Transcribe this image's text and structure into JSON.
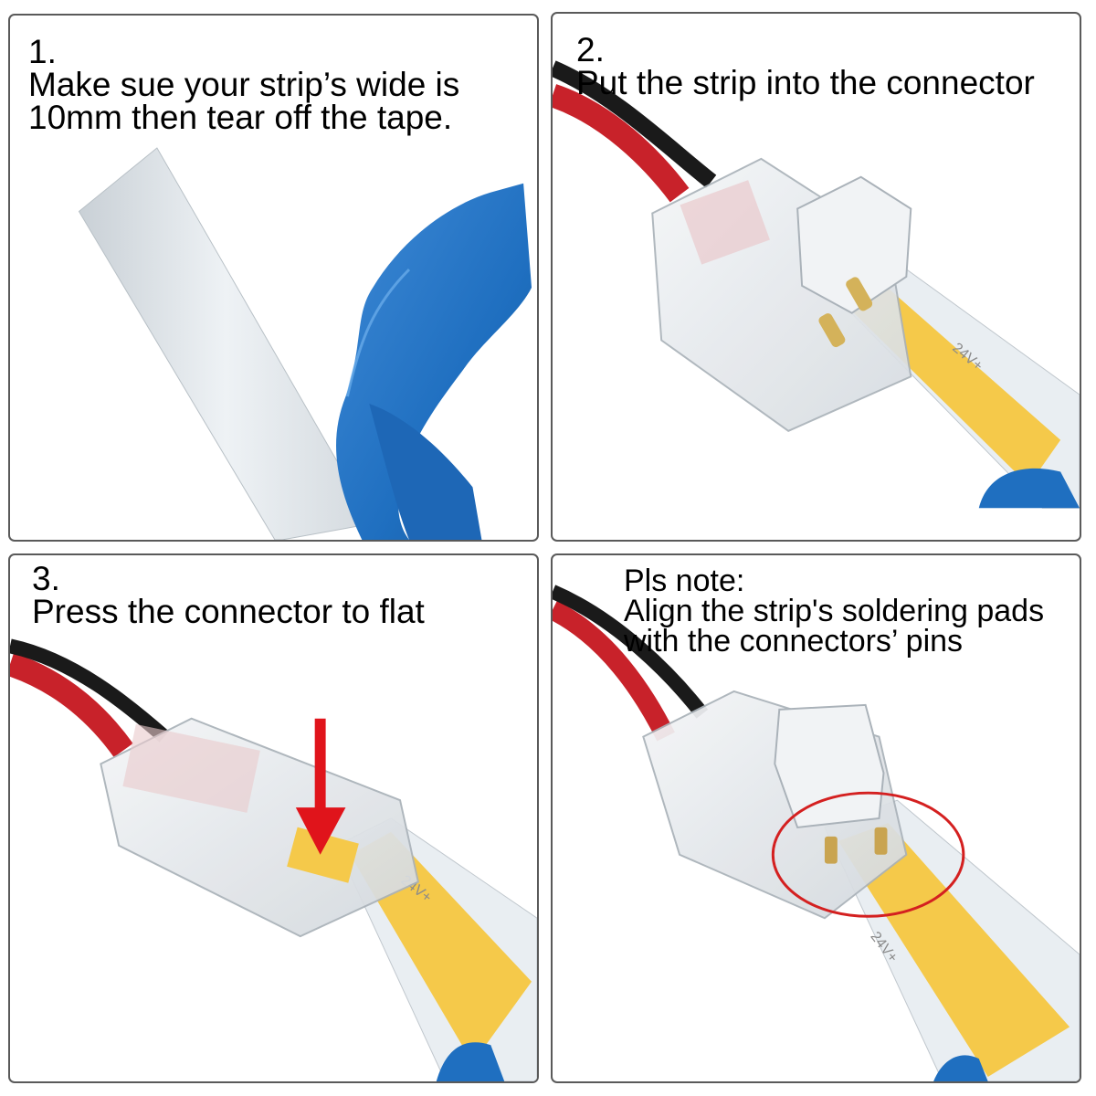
{
  "panels": [
    {
      "number": "1.",
      "lines": [
        "Make sue your strip’s wide is",
        "10mm then tear off the tape."
      ]
    },
    {
      "number": "2.",
      "lines": [
        "Put the strip into the connector"
      ]
    },
    {
      "number": "3.",
      "lines": [
        "Press the connector to flat"
      ]
    },
    {
      "number": "Pls note:",
      "lines": [
        "Align the strip's soldering pads",
        "with the connectors’ pins"
      ]
    }
  ],
  "strip_labels": {
    "voltage": "24V+",
    "negative": "−"
  },
  "colors": {
    "border": "#5a5a5a",
    "tape_blue": "#1f6fc0",
    "strip_white": "#e9eef2",
    "cob_yellow": "#f5c94a",
    "wire_red": "#c8222a",
    "wire_black": "#1a1a1a",
    "arrow_red": "#e0141b",
    "circle_red": "#d42020"
  },
  "icons": [
    "down-arrow-icon",
    "highlight-circle-icon"
  ]
}
